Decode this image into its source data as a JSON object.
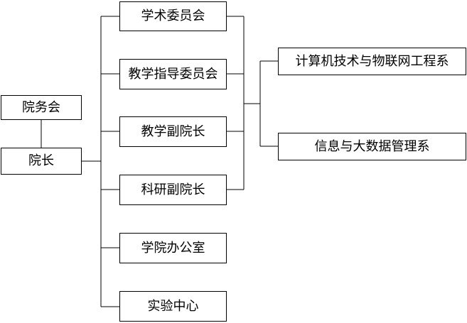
{
  "org_chart": {
    "council": "院务会",
    "dean": "院长",
    "branches": [
      "学术委员会",
      "教学指导委员会",
      "教学副院长",
      "科研副院长",
      "学院办公室",
      "实验中心"
    ],
    "departments": [
      "计算机技术与物联网工程系",
      "信息与大数据管理系"
    ]
  },
  "colors": {
    "line": "#000000",
    "box_border": "#000000",
    "box_fill": "#ffffff",
    "text": "#000000"
  }
}
